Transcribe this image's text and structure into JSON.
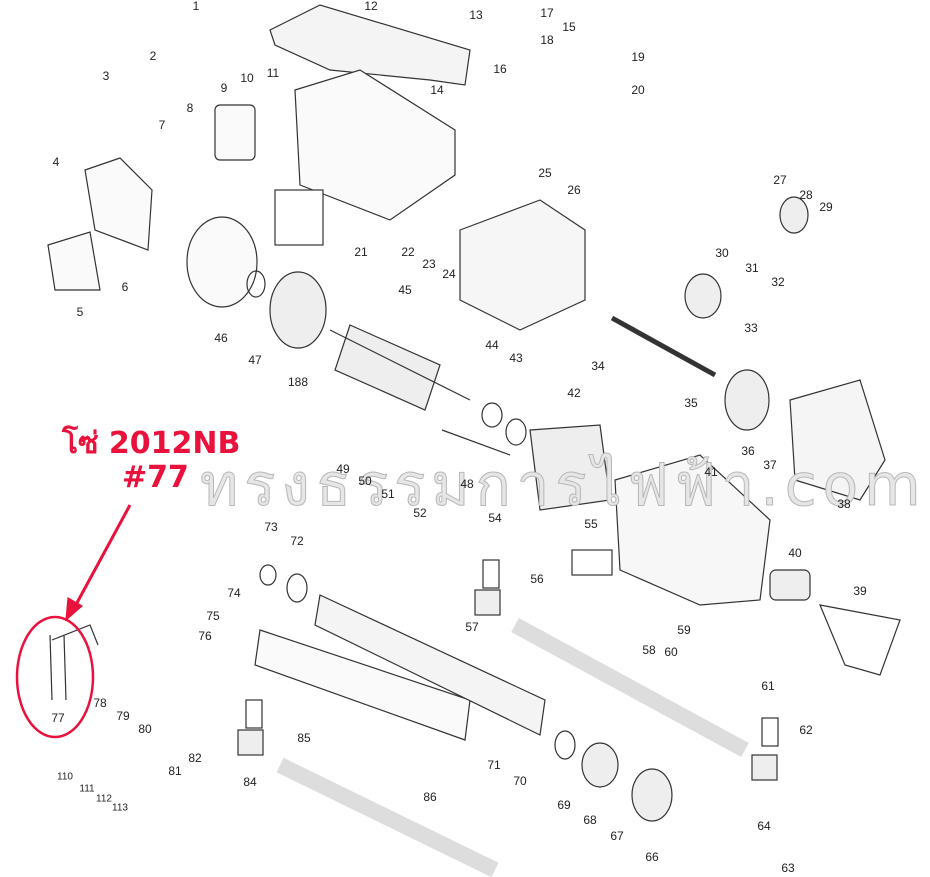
{
  "annotation": {
    "line1": "โซ่ 2012NB",
    "line2": "#77",
    "color": "#e8123c"
  },
  "watermark": "ทรงธรรมการไฟฟ้า.com",
  "part_numbers": [
    "1",
    "2",
    "3",
    "4",
    "5",
    "6",
    "7",
    "8",
    "9",
    "10",
    "11",
    "12",
    "13",
    "14",
    "15",
    "16",
    "17",
    "18",
    "19",
    "20",
    "21",
    "22",
    "23",
    "24",
    "25",
    "26",
    "27",
    "28",
    "29",
    "30",
    "31",
    "32",
    "33",
    "34",
    "35",
    "36",
    "37",
    "38",
    "39",
    "40",
    "41",
    "42",
    "43",
    "44",
    "45",
    "46",
    "47",
    "48",
    "49",
    "50",
    "51",
    "52",
    "54",
    "55",
    "56",
    "57",
    "58",
    "59",
    "60",
    "61",
    "62",
    "63",
    "64",
    "66",
    "67",
    "68",
    "69",
    "70",
    "71",
    "72",
    "73",
    "74",
    "75",
    "76",
    "77",
    "78",
    "79",
    "80",
    "81",
    "82",
    "84",
    "85",
    "86",
    "110",
    "111",
    "112",
    "113",
    "188"
  ]
}
